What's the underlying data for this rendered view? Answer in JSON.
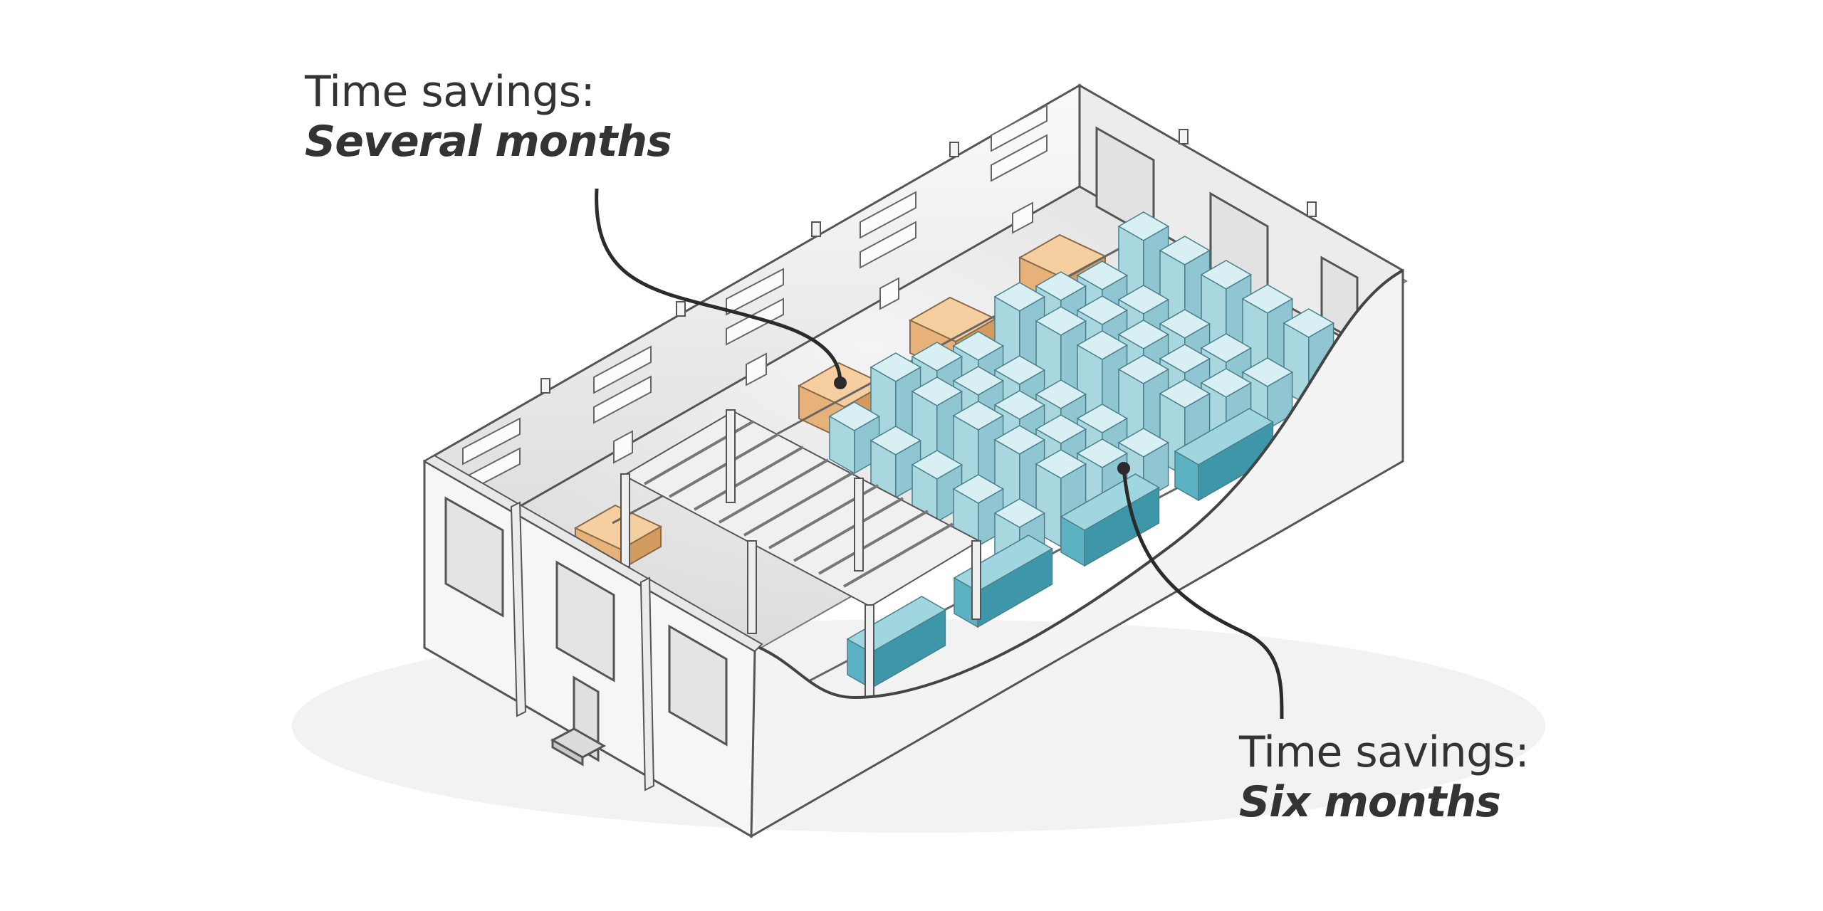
{
  "callouts": {
    "top": {
      "lead": "Time savings:",
      "value": "Several months"
    },
    "bottom": {
      "lead": "Time savings:",
      "value": "Six months"
    }
  },
  "colors": {
    "wall": "#f1f1f1",
    "wall_edge": "#555555",
    "floor": "#e7e7e7",
    "crate": "#c4e3ea",
    "pallet": "#5ab2c2",
    "shelf": "#e9b57f",
    "leader": "#2b2b2b",
    "text": "#333333"
  }
}
